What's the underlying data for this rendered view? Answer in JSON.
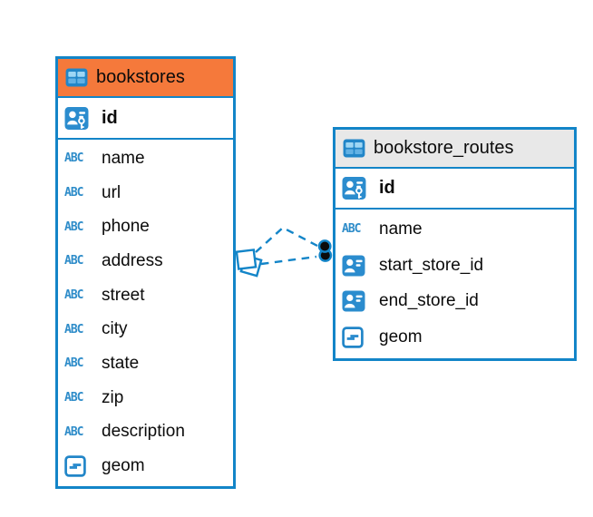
{
  "colors": {
    "accent_blue": "#1385c8",
    "icon_blue": "#2b8cce",
    "header_orange": "#f5793b",
    "header_gray": "#e8e8e8",
    "connector_dot_black": "#0b0b0b",
    "text_black": "#0b0b0b"
  },
  "abc_icon_text": "ABC",
  "tables": [
    {
      "title": "bookstores",
      "header_style": "orange",
      "pk": {
        "label": "id",
        "icon": "pk-type-icon"
      },
      "fields": [
        {
          "label": "name",
          "type": "text"
        },
        {
          "label": "url",
          "type": "text"
        },
        {
          "label": "phone",
          "type": "text"
        },
        {
          "label": "address",
          "type": "text"
        },
        {
          "label": "street",
          "type": "text"
        },
        {
          "label": "city",
          "type": "text"
        },
        {
          "label": "state",
          "type": "text"
        },
        {
          "label": "zip",
          "type": "text"
        },
        {
          "label": "description",
          "type": "text"
        },
        {
          "label": "geom",
          "type": "geometry"
        }
      ]
    },
    {
      "title": "bookstore_routes",
      "header_style": "gray",
      "pk": {
        "label": "id",
        "icon": "pk-type-icon"
      },
      "fields": [
        {
          "label": "name",
          "type": "text"
        },
        {
          "label": "start_store_id",
          "type": "foreign-key"
        },
        {
          "label": "end_store_id",
          "type": "foreign-key"
        },
        {
          "label": "geom",
          "type": "geometry"
        }
      ]
    }
  ],
  "relationships": [
    {
      "from_table": "bookstores",
      "from_field": "id",
      "to_table": "bookstore_routes",
      "to_field": "start_store_id",
      "line_style": "dashed"
    },
    {
      "from_table": "bookstores",
      "from_field": "id",
      "to_table": "bookstore_routes",
      "to_field": "end_store_id",
      "line_style": "dashed"
    }
  ]
}
